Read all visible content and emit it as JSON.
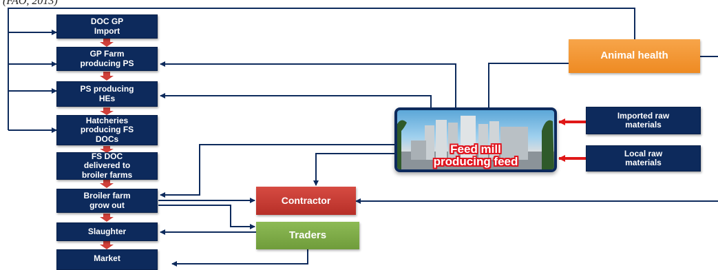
{
  "top_text": "(FAO, 2013)",
  "chain": [
    {
      "lines": [
        "DOC GP",
        "Import"
      ]
    },
    {
      "lines": [
        "GP Farm",
        "producing PS"
      ]
    },
    {
      "lines": [
        "PS producing",
        "HEs"
      ]
    },
    {
      "lines": [
        "Hatcheries",
        "producing FS",
        "DOCs"
      ]
    },
    {
      "lines": [
        "FS DOC",
        "delivered to",
        "broiler farms"
      ]
    },
    {
      "lines": [
        "Broiler farm",
        "grow out"
      ]
    },
    {
      "lines": [
        "Slaughter"
      ]
    },
    {
      "lines": [
        "Market"
      ]
    }
  ],
  "animal_health": {
    "label": "Animal health"
  },
  "feed_mill": {
    "lines": [
      "Feed mill",
      "producing feed"
    ]
  },
  "imported_raw": {
    "lines": [
      "Imported raw",
      "materials"
    ]
  },
  "local_raw": {
    "lines": [
      "Local raw",
      "materials"
    ]
  },
  "contractor": {
    "label": "Contractor"
  },
  "traders": {
    "label": "Traders"
  },
  "colors": {
    "navy_box": "#0d2a5c",
    "connector": "#0d2a5c",
    "chain_arrow": "#d0403a",
    "raw_material_arrow": "#e01818",
    "animal_health": "#f0922c",
    "contractor": "#c23a33",
    "traders": "#7ea84a"
  }
}
